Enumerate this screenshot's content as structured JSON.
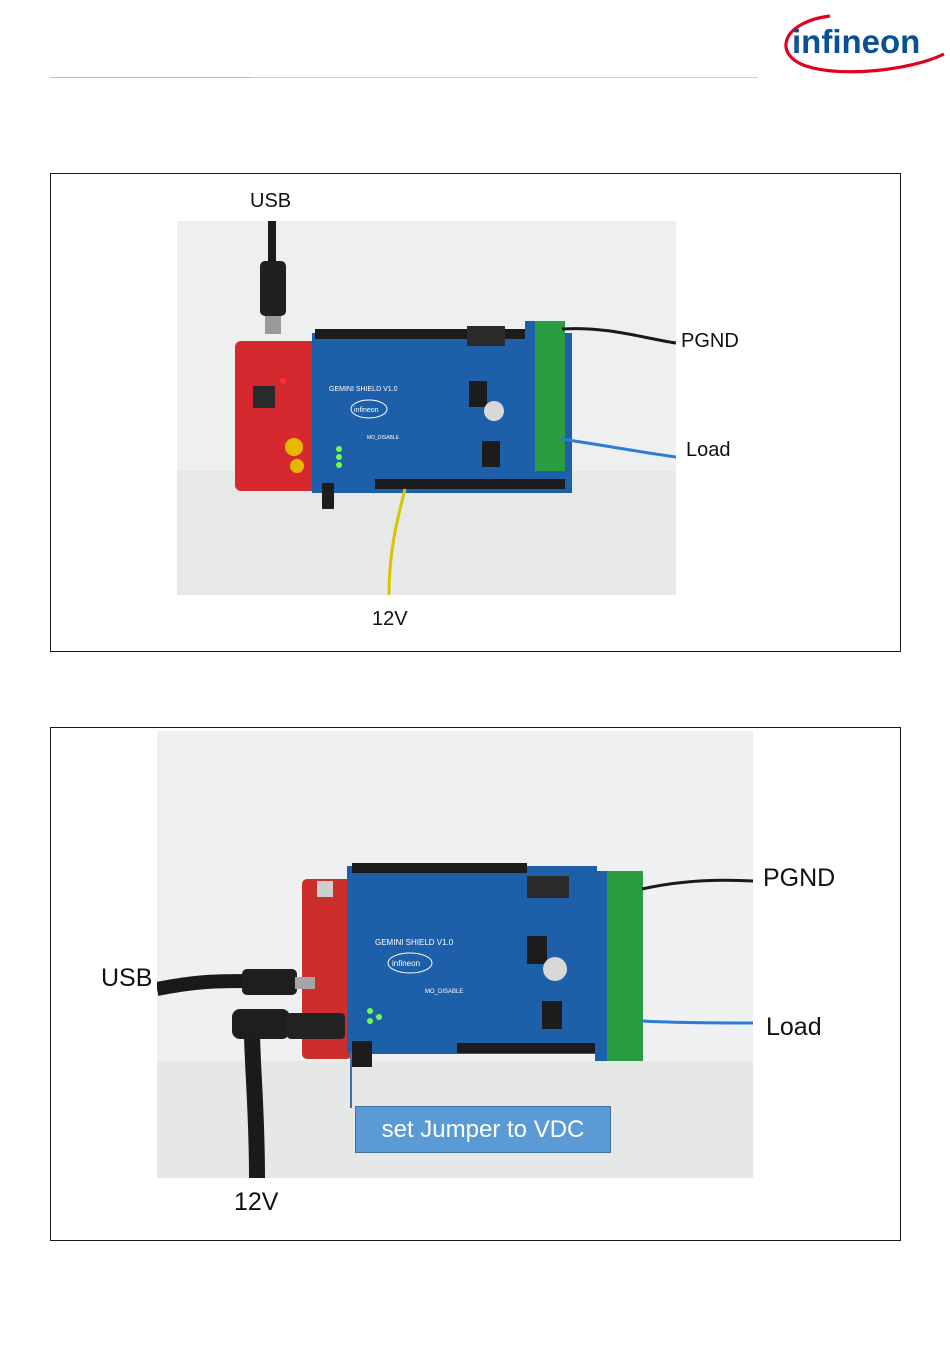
{
  "header": {
    "logo_text": "infineon",
    "brand_color": "#e2001a",
    "logo_text_color": "#0a5096"
  },
  "figure1": {
    "label_usb": "USB",
    "label_pgnd": "PGND",
    "label_load": "Load",
    "label_12v": "12V",
    "board_silkscreen": "GEMINI SHIELD V1.0",
    "board_logo": "infineon",
    "board_pcb_label": "MO_DISABLE"
  },
  "figure2": {
    "label_usb": "USB",
    "label_pgnd": "PGND",
    "label_load": "Load",
    "label_12v": "12V",
    "callout_text": "set Jumper to VDC",
    "callout_color": "#5b9bd5",
    "board_silkscreen": "GEMINI SHIELD V1.0",
    "board_logo": "infineon",
    "board_pcb_label": "MO_DISABLE"
  }
}
